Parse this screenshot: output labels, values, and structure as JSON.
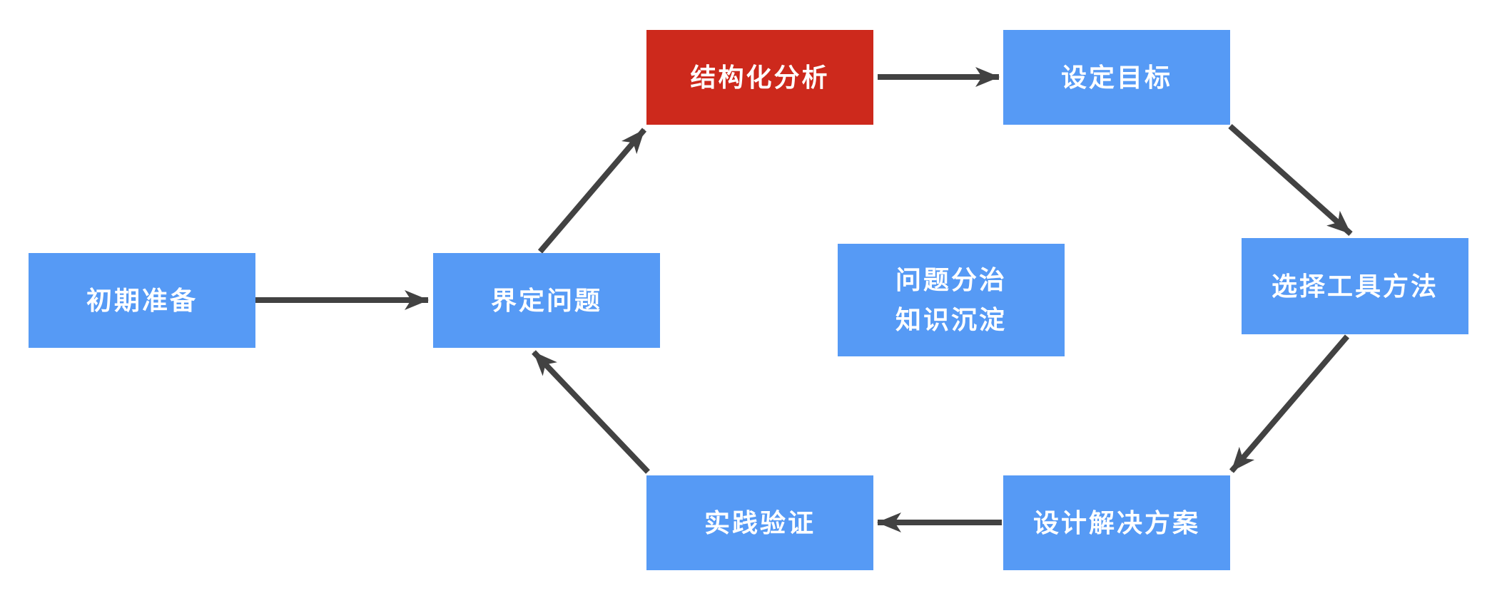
{
  "diagram": {
    "nodes": [
      {
        "label": "初期准备",
        "color": "blue"
      },
      {
        "label": "界定问题",
        "color": "blue"
      },
      {
        "label": "结构化分析",
        "color": "red",
        "highlighted": true
      },
      {
        "label": "设定目标",
        "color": "blue"
      },
      {
        "label": "问题分治\n知识沉淀",
        "color": "blue"
      },
      {
        "label": "选择工具方法",
        "color": "blue"
      },
      {
        "label": "设计解决方案",
        "color": "blue"
      },
      {
        "label": "实践验证",
        "color": "blue"
      }
    ],
    "edges": [
      {
        "from": "初期准备",
        "to": "界定问题"
      },
      {
        "from": "界定问题",
        "to": "结构化分析"
      },
      {
        "from": "结构化分析",
        "to": "设定目标"
      },
      {
        "from": "设定目标",
        "to": "选择工具方法"
      },
      {
        "from": "选择工具方法",
        "to": "设计解决方案"
      },
      {
        "from": "设计解决方案",
        "to": "实践验证"
      },
      {
        "from": "实践验证",
        "to": "界定问题"
      }
    ],
    "colors": {
      "node_blue": "#569AF5",
      "node_red": "#CD291C",
      "arrow": "#424242",
      "text": "#FFFFFF",
      "background": "#FFFFFF"
    }
  }
}
